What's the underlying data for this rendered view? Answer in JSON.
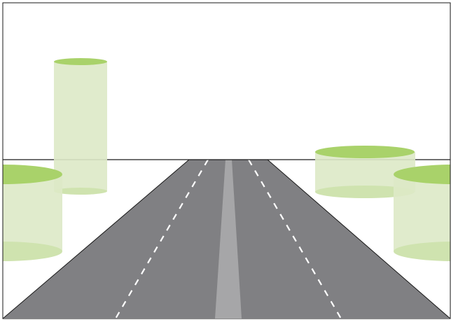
{
  "colors": {
    "background": "#ffffff",
    "frame": "#1a1a1a",
    "road": "#808083",
    "median_stripe": "#a6a6a8",
    "lane_dash": "#ffffff",
    "cylinder_body": "#dde9c6",
    "cylinder_top": "#a9d26a",
    "cylinder_base": "#cfe3af"
  },
  "scene": {
    "horizon": true,
    "road": {
      "lanes": 4,
      "dashed_dividers": 2,
      "center_median": true
    },
    "cylinders": [
      {
        "name": "cylinder-left-tall"
      },
      {
        "name": "cylinder-left-near"
      },
      {
        "name": "cylinder-right-far"
      },
      {
        "name": "cylinder-right-near"
      }
    ]
  }
}
